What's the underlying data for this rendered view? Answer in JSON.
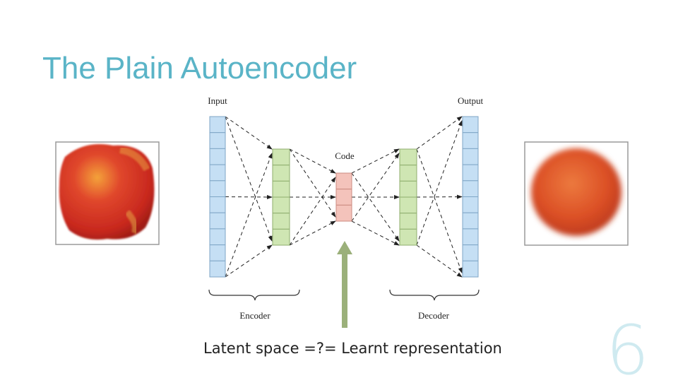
{
  "slide": {
    "title": "The Plain Autoencoder",
    "caption": "Latent space =?= Learnt representation",
    "page_number": "6"
  },
  "diagram": {
    "input_label": "Input",
    "output_label": "Output",
    "code_label": "Code",
    "encoder_label": "Encoder",
    "decoder_label": "Decoder",
    "layers": [
      {
        "name": "input",
        "units": 10,
        "color": "#c5dff4",
        "stroke": "#7fa6c6"
      },
      {
        "name": "hidden-encoder",
        "units": 6,
        "color": "#cfe6b3",
        "stroke": "#8fae6e"
      },
      {
        "name": "code",
        "units": 3,
        "color": "#f4c3bb",
        "stroke": "#cc8b80"
      },
      {
        "name": "hidden-decoder",
        "units": 6,
        "color": "#cfe6b3",
        "stroke": "#8fae6e"
      },
      {
        "name": "output",
        "units": 10,
        "color": "#c5dff4",
        "stroke": "#7fa6c6"
      }
    ],
    "arrow_color": "#9bb07a"
  },
  "images": {
    "input_image": "red apple photo",
    "output_image": "blurry reconstructed apple"
  }
}
